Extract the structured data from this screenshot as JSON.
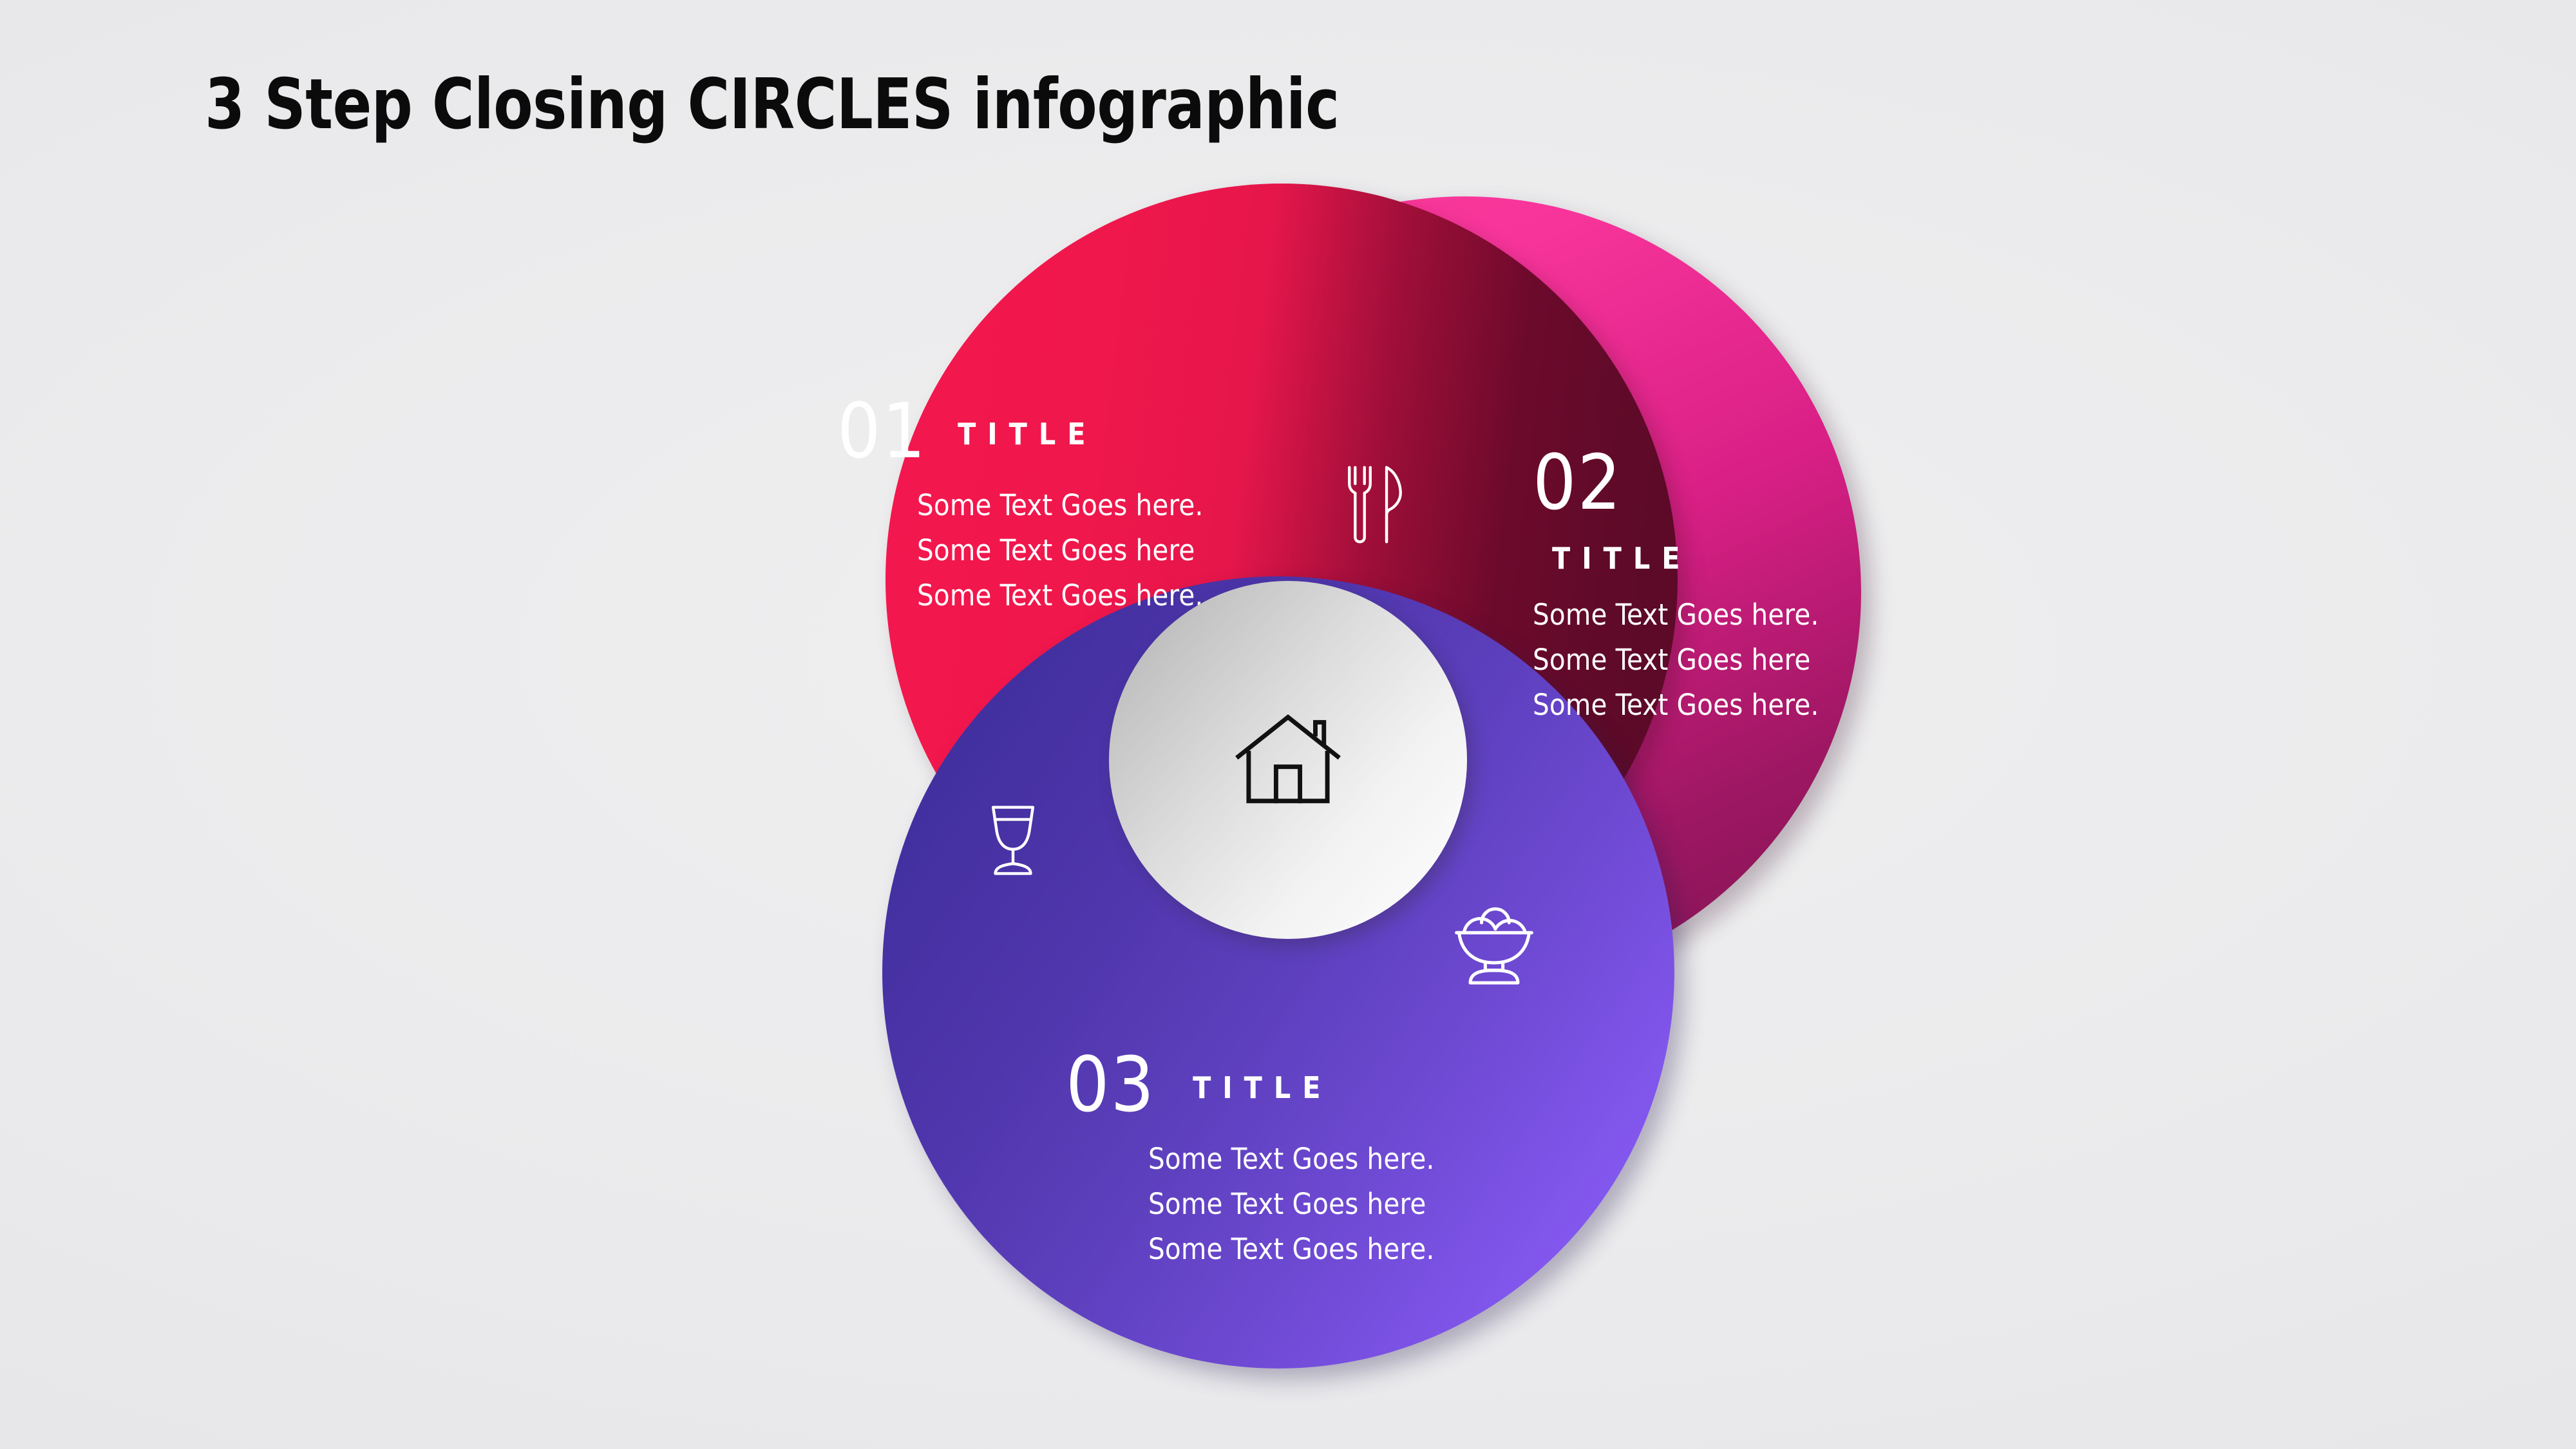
{
  "page": {
    "title": "3 Step Closing CIRCLES infographic",
    "background_color": "#eaeaec"
  },
  "center": {
    "icon": "house-icon"
  },
  "steps": [
    {
      "number": "01",
      "title": "TITLE",
      "body": "Some Text Goes here. Some Text Goes here Some Text Goes here.",
      "color": "#f0174c",
      "icon": "fork-and-knife-icon"
    },
    {
      "number": "02",
      "title": "TITLE",
      "body": "Some Text Goes here. Some Text Goes here Some Text Goes here.",
      "color": "#f7349a",
      "icon": "ice-cream-sundae-icon"
    },
    {
      "number": "03",
      "title": "TITLE",
      "body": "Some Text Goes here. Some Text Goes here Some Text Goes here.",
      "color": "#6f4ad4",
      "icon": "wine-glass-icon"
    }
  ],
  "icons": {
    "cutlery": "fork-and-knife-icon",
    "wineglass": "wine-glass-icon",
    "icecream": "ice-cream-sundae-icon",
    "house": "house-icon"
  }
}
